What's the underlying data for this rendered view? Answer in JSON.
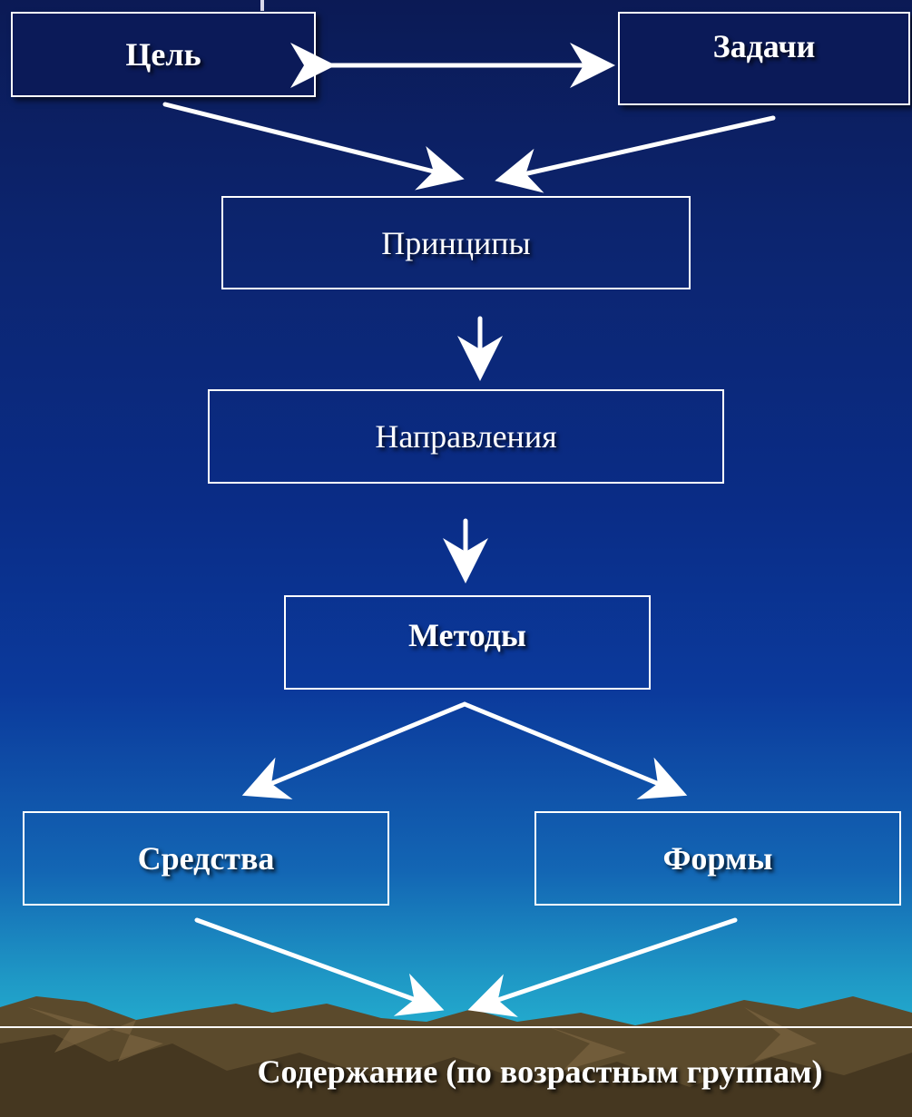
{
  "nodes": {
    "goal": "Цель",
    "tasks": "Задачи",
    "principles": "Принципы",
    "directions": "Направления",
    "methods": "Методы",
    "means": "Средства",
    "forms": "Формы",
    "content": "Содержание (по возрастным группам)"
  },
  "colors": {
    "background_top": "#0b1a55",
    "background_bottom": "#26b7d4",
    "box_fill_top": "#0b1a58",
    "border": "#ffffff",
    "mountains": "#5a4a2e"
  }
}
